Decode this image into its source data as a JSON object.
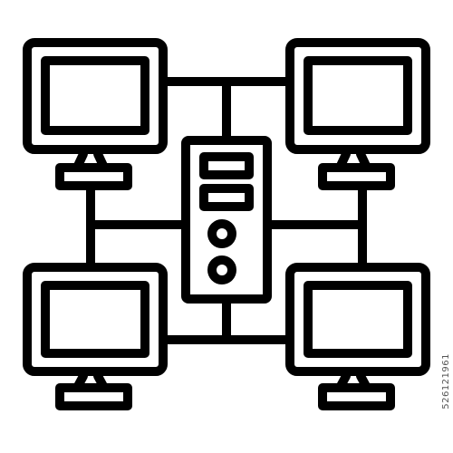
{
  "icon": {
    "name": "network-computers-server",
    "line_color": "#000000",
    "background_color": "#ffffff",
    "monitors": [
      "top-left",
      "top-right",
      "bottom-left",
      "bottom-right"
    ],
    "server_slots": 2,
    "server_buttons": 2
  },
  "watermark": {
    "stock_id": "526121961"
  }
}
